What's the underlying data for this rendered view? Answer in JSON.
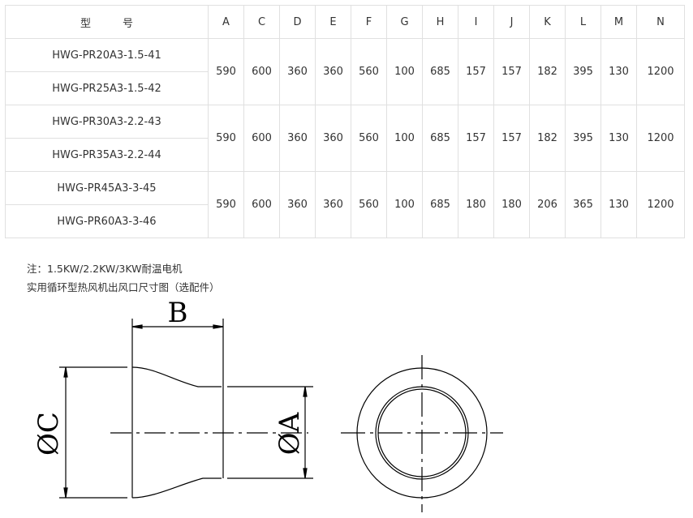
{
  "table": {
    "headers": [
      "型　　　号",
      "A",
      "C",
      "D",
      "E",
      "F",
      "G",
      "H",
      "I",
      "J",
      "K",
      "L",
      "M",
      "N"
    ],
    "groups": [
      {
        "models": [
          "HWG-PR20A3-1.5-41",
          "HWG-PR25A3-1.5-42"
        ],
        "values": [
          "590",
          "600",
          "360",
          "360",
          "560",
          "100",
          "685",
          "157",
          "157",
          "182",
          "395",
          "130",
          "1200"
        ]
      },
      {
        "models": [
          "HWG-PR30A3-2.2-43",
          "HWG-PR35A3-2.2-44"
        ],
        "values": [
          "590",
          "600",
          "360",
          "360",
          "560",
          "100",
          "685",
          "157",
          "157",
          "182",
          "395",
          "130",
          "1200"
        ]
      },
      {
        "models": [
          "HWG-PR45A3-3-45",
          "HWG-PR60A3-3-46"
        ],
        "values": [
          "590",
          "600",
          "360",
          "360",
          "560",
          "100",
          "685",
          "180",
          "180",
          "206",
          "365",
          "130",
          "1200"
        ]
      }
    ]
  },
  "notes": [
    "注：1.5KW/2.2KW/3KW耐温电机",
    "实用循环型热风机出风口尺寸图（选配件）"
  ],
  "drawing": {
    "label_b": "B",
    "label_c": "ØC",
    "label_a": "ØA"
  }
}
